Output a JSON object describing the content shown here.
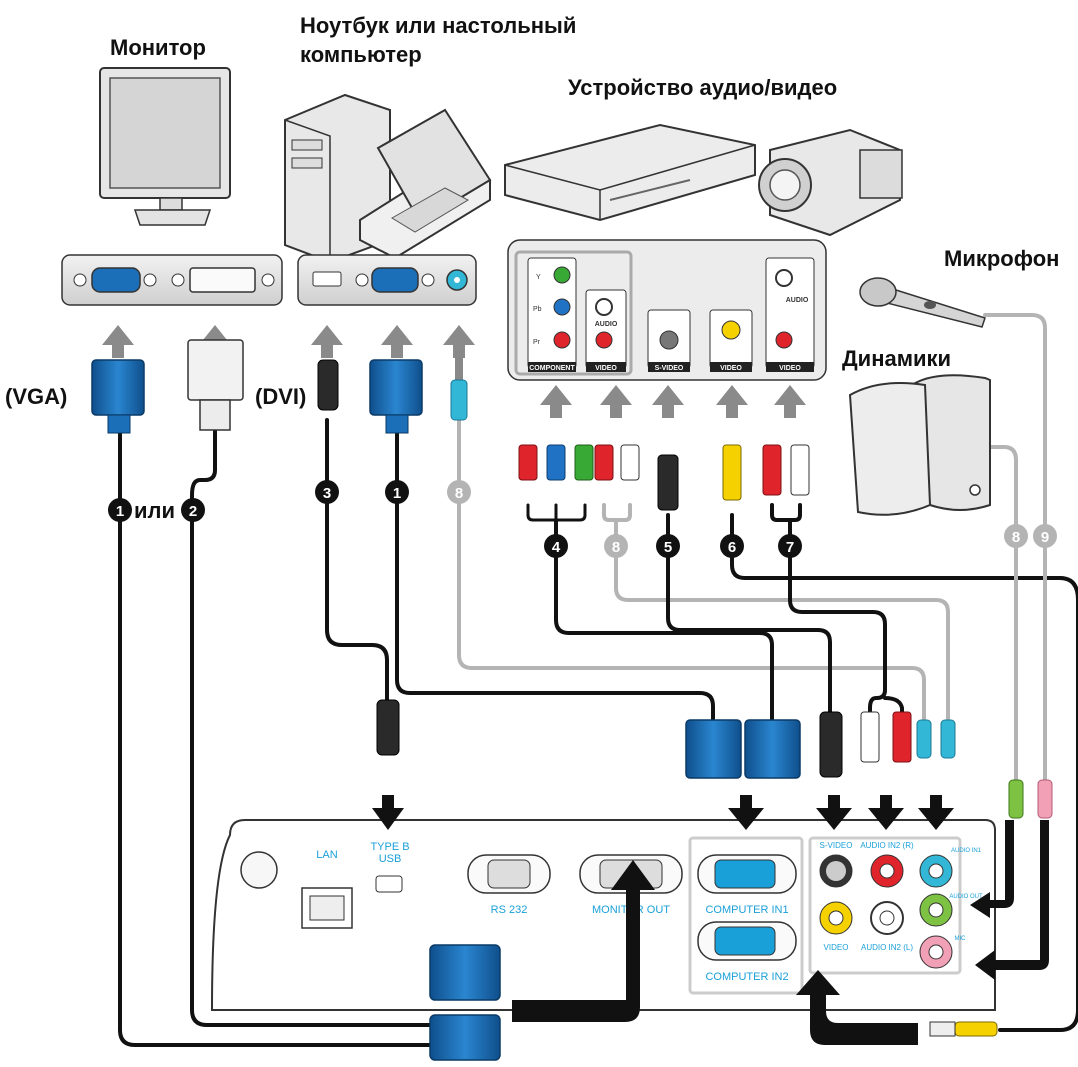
{
  "devices": {
    "monitor": "Монитор",
    "computer_line1": "Ноутбук или настольный",
    "computer_line2": "компьютер",
    "av": "Устройство аудио/видео",
    "microphone": "Микрофон",
    "speakers": "Динамики"
  },
  "side_labels": {
    "vga": "(VGA)",
    "dvi": "(DVI)",
    "or": "или"
  },
  "cable_numbers": {
    "vga1": "1",
    "dvi2": "2",
    "usb3": "3",
    "vga1b": "1",
    "audio8": "8",
    "component4": "4",
    "audio8b": "8",
    "svideo5": "5",
    "video6": "6",
    "audio7": "7",
    "audio8c": "8",
    "mic9": "9"
  },
  "av_panel": {
    "component": "COMPONENT",
    "video_a": "VIDEO",
    "audio": "AUDIO",
    "svideo": "S-VIDEO",
    "video_b": "VIDEO",
    "video_c": "VIDEO",
    "audio_b": "AUDIO",
    "y": "Y",
    "pb": "Pb",
    "pr": "Pr"
  },
  "projector_ports": {
    "lan": "LAN",
    "type_b": "TYPE B",
    "usb": "USB",
    "rs232": "RS 232",
    "monitor_out": "MONITOR OUT",
    "computer_in1": "COMPUTER IN1",
    "computer_in2": "COMPUTER IN2",
    "s_video_cut": "S-VIDEO",
    "audio_in2_r": "AUDIO IN2 (R)",
    "video": "VIDEO",
    "audio_in2_l": "AUDIO IN2 (L)",
    "audio_in1": "AUDIO IN1",
    "audio_out": "AUDIO OUT",
    "mic": "MIC"
  },
  "colors": {
    "vga_blue": "#1a6fb8",
    "cable_black": "#111111",
    "cable_gray": "#b4b4b4",
    "arrow_gray": "#8a8a8a",
    "port_blue": "#1aa0d8",
    "rca_red": "#e0242c",
    "rca_green": "#39a935",
    "rca_blue": "#1f72c4",
    "rca_yellow": "#f6d100",
    "jack_cyan": "#33b7d6",
    "jack_green": "#7dc242",
    "jack_pink": "#f2a0b5"
  }
}
